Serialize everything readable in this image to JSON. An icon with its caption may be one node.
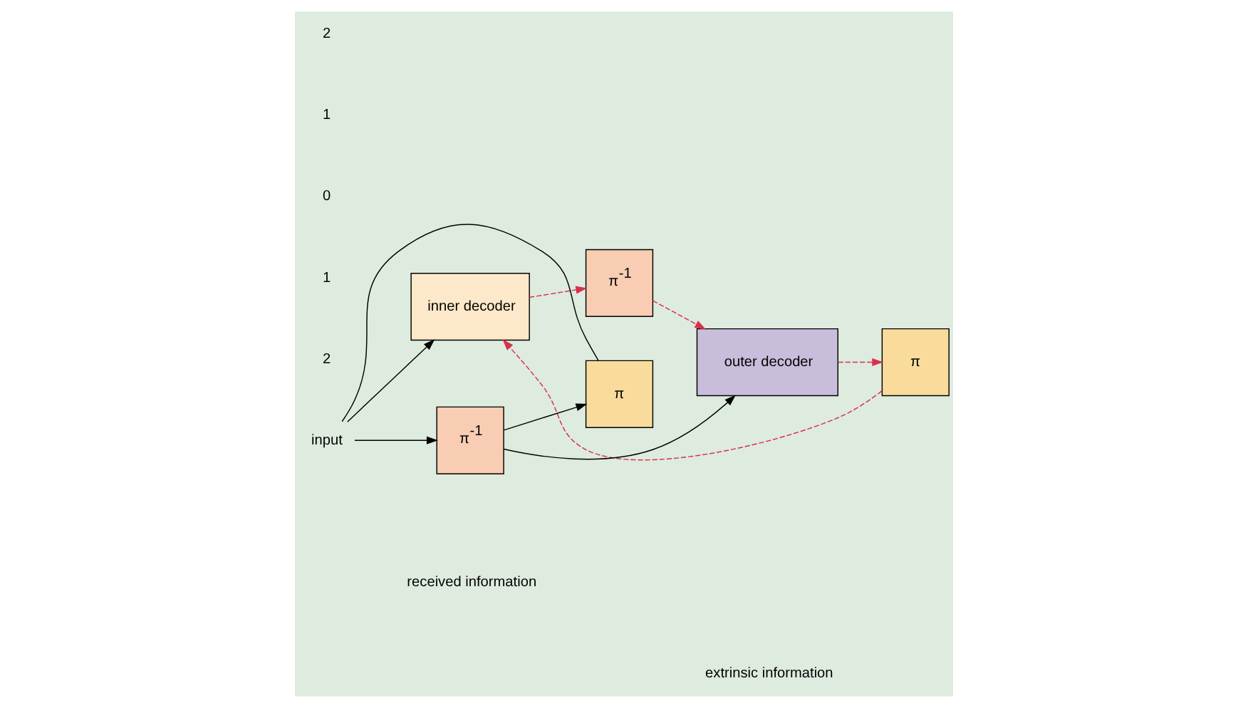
{
  "diagram": {
    "nodes": [
      {
        "text": [
          "inner decoder"
        ]
      },
      {
        "text": [
          "π$^{-1}$"
        ]
      },
      {
        "text": [
          "outer decoder"
        ]
      },
      {
        "text": [
          "π"
        ]
      },
      {
        "text": [
          "π$^{-1}$"
        ]
      },
      {
        "text": [
          "π"
        ]
      },
      {
        "text": [
          "input"
        ]
      }
    ],
    "edges": [
      {
        "from": 6,
        "to": 0,
        "arrow": "to"
      },
      {
        "from": 6,
        "to": 4,
        "arrow": "to"
      },
      {
        "from": 0,
        "to": 1,
        "arrow": "to",
        "style": "dashed",
        "color": "#d9304a"
      },
      {
        "from": 1,
        "to": 2,
        "arrow": "to",
        "style": "dashed",
        "color": "#d9304a"
      },
      {
        "from": 2,
        "to": 3,
        "arrow": "to",
        "style": "dashed",
        "color": "#d9304a"
      },
      {
        "from": 3,
        "to": 0,
        "arrow": "to",
        "style": "dashed",
        "color": "#d9304a"
      },
      {
        "from": 4,
        "to": 2,
        "arrow": "to"
      },
      {
        "from": 4,
        "to": 5,
        "arrow": "to"
      },
      {
        "from": 5,
        "to": 6,
        "arrow": "none"
      }
    ],
    "labels": [
      "2",
      "1",
      "0",
      "1",
      "2"
    ],
    "legend": [
      {
        "text": "received information"
      },
      {
        "text": "extrinsic information"
      }
    ]
  }
}
